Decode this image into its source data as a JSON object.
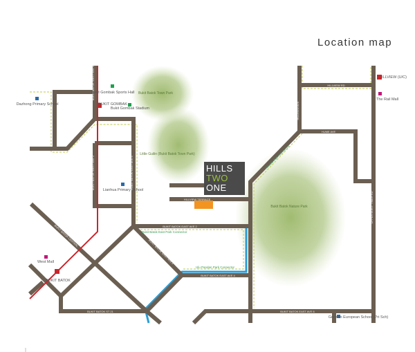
{
  "title": "Location map",
  "development": {
    "line1": "HILLS",
    "line2": "TWO",
    "line3": "ONE"
  },
  "colors": {
    "road": "#6b5f52",
    "mrt_line": "#c8262c",
    "park": "#9cb86a",
    "site": "#f39320",
    "park_connector": "#2a9ed6"
  },
  "mrt_stations": [
    {
      "name": "BUKIT GOMBAK",
      "icon": "train-icon"
    },
    {
      "name": "BUKIT BATOK",
      "icon": "train-icon"
    },
    {
      "name": "HILLVIEW (U/C)",
      "icon": "train-icon"
    }
  ],
  "landmarks": {
    "schools": [
      "Dazhong Primary School",
      "Lianhua Primary School",
      "German European School (Pri Sch)"
    ],
    "sports": [
      "Bukit Gombak Sports Hall",
      "Bukit Gombak Stadium"
    ],
    "malls": [
      "West Mall",
      "The Rail Mall"
    ],
    "parks": [
      "Bukit Batok Town Park",
      "Little Guilin (Bukit Batok Town Park)",
      "Bukit Batok Nature Park"
    ]
  },
  "roads": {
    "bbwa5": "BUKIT BATOK WEST AVE 5",
    "bbwa2": "BUKIT BATOK WEST AVE 2",
    "bbea5": "BUKIT BATOK EAST AVE 5",
    "hillview_terrace": "HILLVIEW TERRACE",
    "hillview_rd": "HILLVIEW RD",
    "hillview_ave": "HILLVIEW AVE",
    "hume_ave": "HUME AVE",
    "upper_bukit_timah": "UPPER BUKIT TIMAH RD",
    "bbea2": "BUKIT BATOK EAST AVE 2",
    "bbea3": "BUKIT BATOK EAST AVE 3",
    "bbea4": "BUKIT BATOK EAST AVE 4",
    "bbea6": "BUKIT BATOK EAST AVE 6",
    "bbst21": "BUKIT BATOK ST 21",
    "bb_central": "BUKIT BATOK CENTRAL"
  },
  "connectors": {
    "east_park": "Bukit Batok East Park Connector",
    "ulu_pandan": "Ulu Pandan Park Connector",
    "hillview": "Hillview Park Connector"
  }
}
